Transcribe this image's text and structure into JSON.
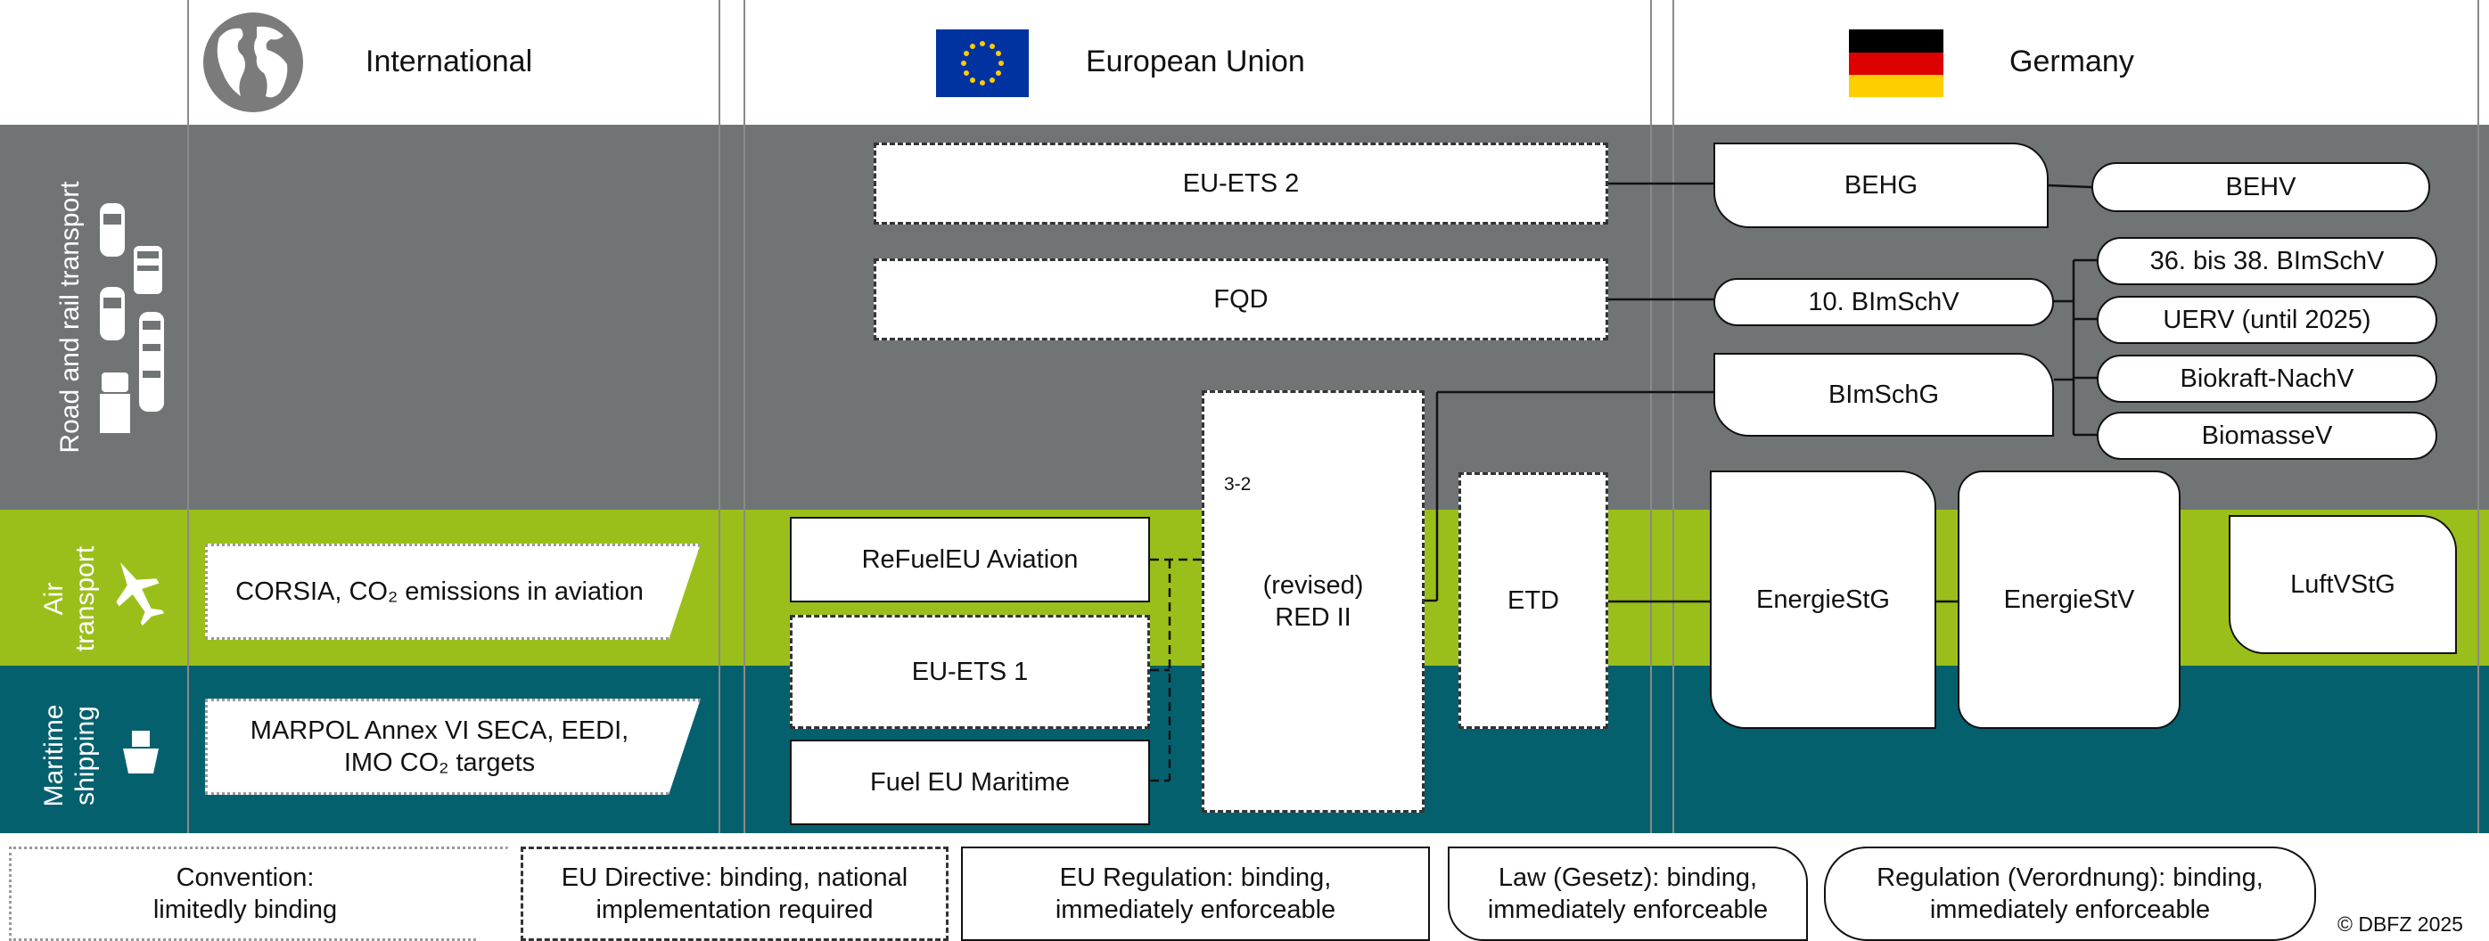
{
  "headers": {
    "international": "International",
    "eu": "European Union",
    "germany": "Germany"
  },
  "rows": {
    "road_rail": "Road and rail transport",
    "air": "Air transport",
    "maritime": "Maritime shipping"
  },
  "boxes": {
    "eu_ets2": "EU-ETS 2",
    "fqd": "FQD",
    "red_note": "3-2",
    "red_line1": "(revised)",
    "red_line2": "RED II",
    "etd": "ETD",
    "refueleu": "ReFuelEU Aviation",
    "eu_ets1": "EU-ETS 1",
    "fueleu": "Fuel EU Maritime",
    "corsia": "CORSIA, CO₂ emissions in aviation",
    "marpol_line1": "MARPOL Annex VI SECA, EEDI,",
    "marpol_line2": "IMO CO₂  targets",
    "behg": "BEHG",
    "behv": "BEHV",
    "bimschv10": "10. BImSchV",
    "bimschg": "BImSchG",
    "bimschv36": "36. bis 38. BImSchV",
    "uerv": "UERV (until 2025)",
    "biokraft": "Biokraft-NachV",
    "biomasse": "BiomasseV",
    "energiestg": "EnergieStG",
    "energiestv": "EnergieStV",
    "luftvstg": "LuftVStG"
  },
  "legend": {
    "convention_1": "Convention:",
    "convention_2": "limitedly binding",
    "directive_1": "EU Directive: binding, national",
    "directive_2": "implementation required",
    "regulation_1": "EU Regulation: binding,",
    "regulation_2": "immediately enforceable",
    "law_1": "Law (Gesetz): binding,",
    "law_2": "immediately enforceable",
    "ordinance_1": "Regulation (Verordnung): binding,",
    "ordinance_2": "immediately enforceable"
  },
  "copyright": "© DBFZ 2025",
  "colors": {
    "road_band": "#707475",
    "air_band": "#9bbf1a",
    "maritime_band": "#05606e",
    "eu_flag": "#0033a0",
    "eu_stars": "#ffcc00",
    "de_black": "#000000",
    "de_red": "#dd0000",
    "de_gold": "#ffce00"
  },
  "icons": [
    "globe-icon",
    "eu-flag-icon",
    "germany-flag-icon",
    "car-icon",
    "bus-icon",
    "train-icon",
    "truck-icon",
    "airplane-icon",
    "ship-icon"
  ]
}
